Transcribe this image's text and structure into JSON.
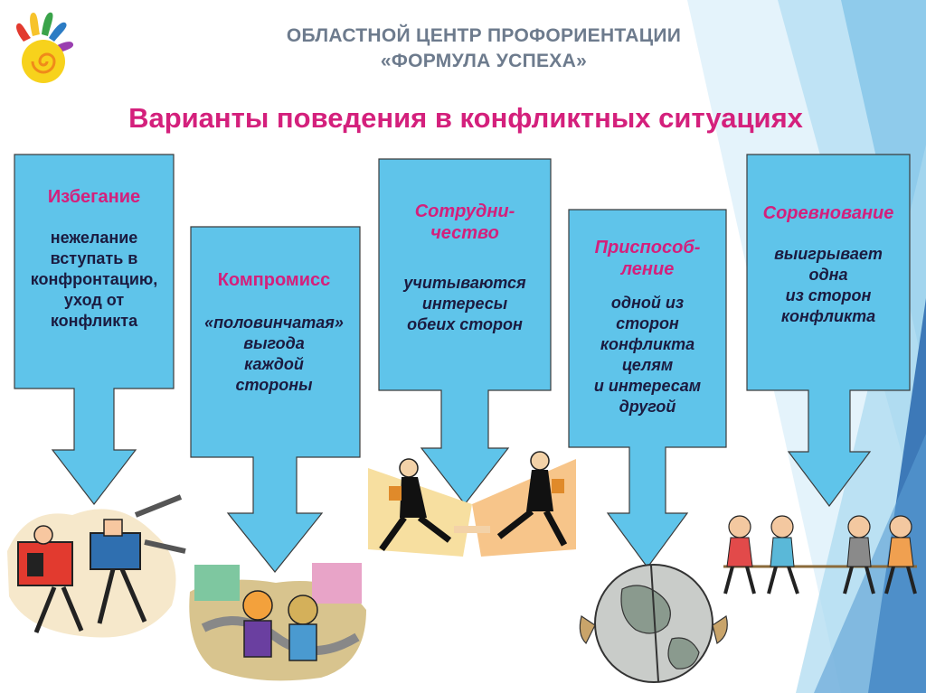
{
  "header": {
    "org_line1": "ОБЛАСТНОЙ ЦЕНТР ПРОФОРИЕНТАЦИИ",
    "org_line2": "«ФОРМУЛА УСПЕХА»",
    "title": "Варианты поведения в конфликтных ситуациях"
  },
  "cards": [
    {
      "title": "Избегание",
      "lines": [
        "нежелание",
        "вступать в",
        "конфронтацию,",
        "уход от",
        "конфликта"
      ]
    },
    {
      "title": "Компромисс",
      "lines": [
        "«половинчатая»",
        "выгода",
        "каждой",
        "стороны"
      ]
    },
    {
      "title_lines": [
        "Сотрудни-",
        "чество"
      ],
      "lines": [
        "учитываются",
        "интересы",
        "обеих сторон"
      ]
    },
    {
      "title_lines": [
        "Приспособ-",
        "ление"
      ],
      "lines": [
        "одной из",
        "сторон",
        "конфликта",
        "целям",
        "и интересам",
        "другой"
      ]
    },
    {
      "title": "Соревнование",
      "lines": [
        "выигрывает",
        "одна",
        "из сторон",
        "конфликта"
      ]
    }
  ],
  "colors": {
    "card_fill": "#5fc4ea",
    "card_stroke": "#3c3c3c",
    "title_pink": "#d4207c",
    "text_dark": "#1b1b40",
    "org_gray": "#6d7b8d"
  }
}
